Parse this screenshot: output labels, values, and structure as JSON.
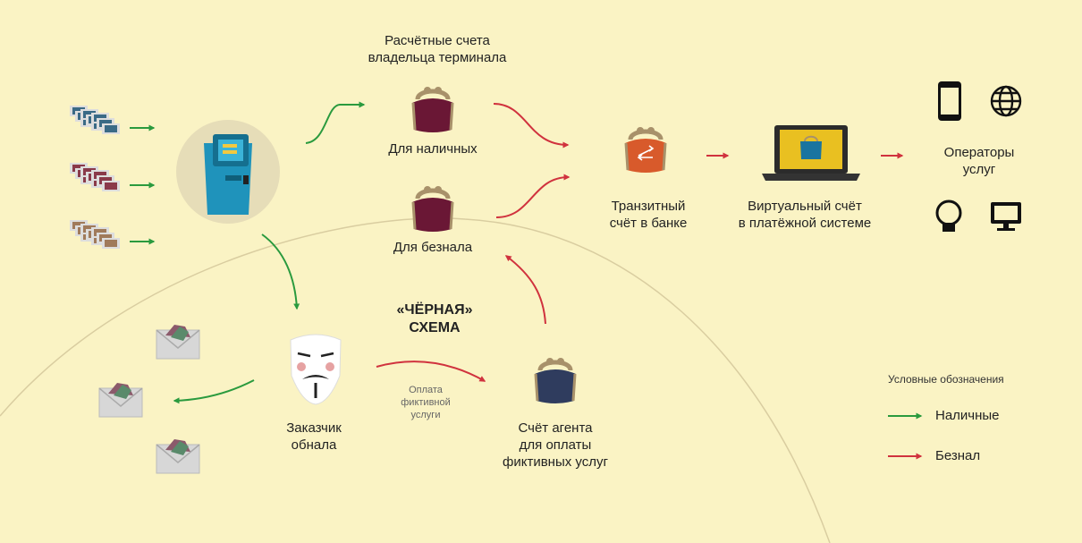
{
  "accounts_title": "Расчётные счета\nвладельца терминала",
  "cash_account": "Для наличных",
  "noncash_account": "Для безнала",
  "transit_account": "Транзитный\nсчёт в банке",
  "virtual_account": "Виртуальный счёт\nв платёжной системе",
  "operators": "Операторы\nуслуг",
  "black_scheme": "«ЧЁРНАЯ»\nСХЕМА",
  "customer": "Заказчик\nобнала",
  "fake_payment": "Оплата\nфиктивной\nуслуги",
  "agent_account": "Счёт агента\nдля оплаты\nфиктивных услуг",
  "legend": {
    "title": "Условные обозначения",
    "cash": "Наличные",
    "noncash": "Безнал"
  },
  "colors": {
    "background": "#faf3c4",
    "cash_arrow": "#2a9a3e",
    "noncash_arrow": "#d0323e",
    "wallet": "#6a1735",
    "transit_wallet": "#d85a2b",
    "agent_wallet": "#2f3c5e",
    "laptop_screen": "#e9c021",
    "terminal": "#1f93bb"
  },
  "icons": [
    "banknotes-icon",
    "payment-terminal-icon",
    "wallet-icon",
    "transit-wallet-icon",
    "laptop-icon",
    "smartphone-icon",
    "globe-icon",
    "lightbulb-icon",
    "monitor-icon",
    "guy-fawkes-mask-icon",
    "envelope-money-icon"
  ]
}
